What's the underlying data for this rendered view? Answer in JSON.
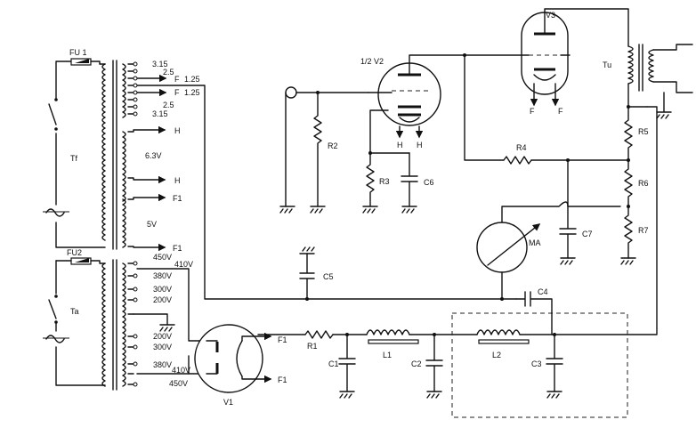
{
  "transformer_tf": {
    "name": "Tf",
    "fuse": "FU 1",
    "taps": [
      "3.15",
      "2.5",
      "F",
      "1.25",
      "F",
      "1.25",
      "2.5",
      "3.15"
    ],
    "h_top": "H",
    "h_bottom": "H",
    "h_voltage": "6.3V",
    "f1_top": "F1",
    "f1_bottom": "F1",
    "f_voltage": "5V"
  },
  "transformer_ta": {
    "name": "Ta",
    "fuse": "FU2",
    "taps_top": [
      "450V",
      "410V",
      "380V",
      "300V",
      "200V"
    ],
    "taps_bottom": [
      "200V",
      "300V",
      "380V",
      "410V",
      "450V"
    ]
  },
  "tubes": {
    "v1": "V1",
    "v2": "1/2 V2",
    "v3": "V3",
    "v1_f_top": "F1",
    "v1_f_bottom": "F1",
    "v2_h1": "H",
    "v2_h2": "H",
    "v3_f1": "F",
    "v3_f2": "F"
  },
  "components": {
    "r1": "R1",
    "r2": "R2",
    "r3": "R3",
    "r4": "R4",
    "r5": "R5",
    "r6": "R6",
    "r7": "R7",
    "c1": "C1",
    "c2": "C2",
    "c3": "C3",
    "c4": "C4",
    "c5": "C5",
    "c6": "C6",
    "c7": "C7",
    "l1": "L1",
    "l2": "L2",
    "meter": "MA",
    "output_transformer": "Tu"
  }
}
